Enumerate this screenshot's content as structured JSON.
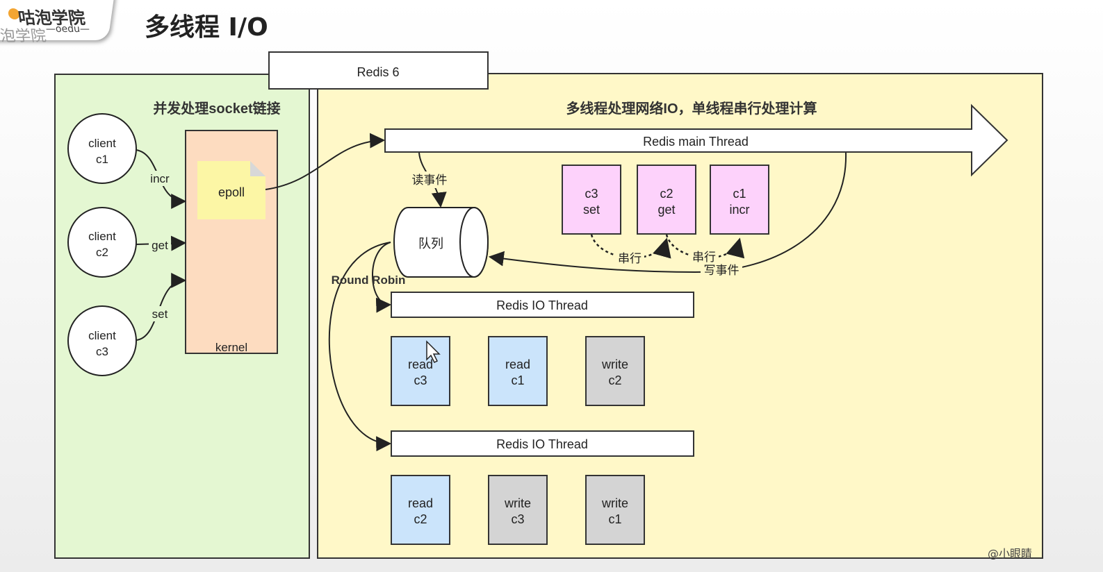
{
  "header": {
    "logo_main": "咕泡学院",
    "logo_sub": "泡学院",
    "logo_en": "—oedu—",
    "title": "多线程 I/O"
  },
  "diagram": {
    "redis_label": "Redis 6",
    "left_panel_title": "并发处理socket链接",
    "right_panel_title": "多线程处理网络IO，单线程串行处理计算",
    "clients": [
      {
        "line1": "client",
        "line2": "c1",
        "cmd": "incr"
      },
      {
        "line1": "client",
        "line2": "c2",
        "cmd": "get"
      },
      {
        "line1": "client",
        "line2": "c3",
        "cmd": "set"
      }
    ],
    "epoll_label": "epoll",
    "kernel_label": "kernel",
    "main_thread_label": "Redis main Thread",
    "read_event_label": "读事件",
    "queue_label": "队列",
    "round_robin_label": "Round Robin",
    "main_cmds": [
      {
        "line1": "c3",
        "line2": "set"
      },
      {
        "line1": "c2",
        "line2": "get"
      },
      {
        "line1": "c1",
        "line2": "incr"
      }
    ],
    "serial_label_1": "串行",
    "serial_label_2": "串行",
    "write_event_label": "写事件",
    "io_thread_1_label": "Redis IO Thread",
    "io_thread_2_label": "Redis IO Thread",
    "io1_tasks": [
      {
        "line1": "read",
        "line2": "c3"
      },
      {
        "line1": "read",
        "line2": "c1"
      },
      {
        "line1": "write",
        "line2": "c2"
      }
    ],
    "io2_tasks": [
      {
        "line1": "read",
        "line2": "c2"
      },
      {
        "line1": "write",
        "line2": "c3"
      },
      {
        "line1": "write",
        "line2": "c1"
      }
    ]
  },
  "watermark": "@小眼睛",
  "colors": {
    "left_panel": "#e4f7d2",
    "right_panel": "#fff8c8",
    "kernel": "#fddcc0",
    "epoll_note": "#fcf6a5",
    "main_cmd": "#fdd2fb",
    "read_task": "#cbe4fb",
    "write_task": "#d4d4d4"
  }
}
